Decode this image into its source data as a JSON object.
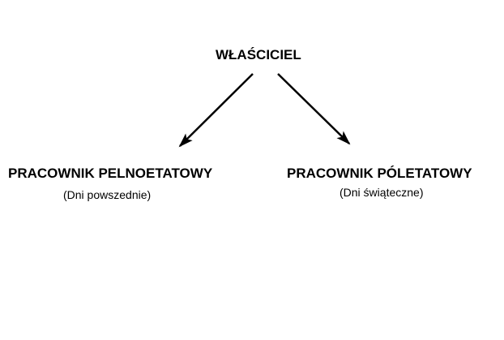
{
  "diagram": {
    "owner": {
      "label": "WŁAŚCICIEL"
    },
    "children": [
      {
        "title": "PRACOWNIK PELNOETATOWY",
        "subtitle": "(Dni powszednie)"
      },
      {
        "title": "PRACOWNIK PÓLETATOWY",
        "subtitle": "(Dni świąteczne)"
      }
    ],
    "colors": {
      "text": "#000000",
      "arrow": "#000000",
      "background": "#ffffff"
    }
  }
}
